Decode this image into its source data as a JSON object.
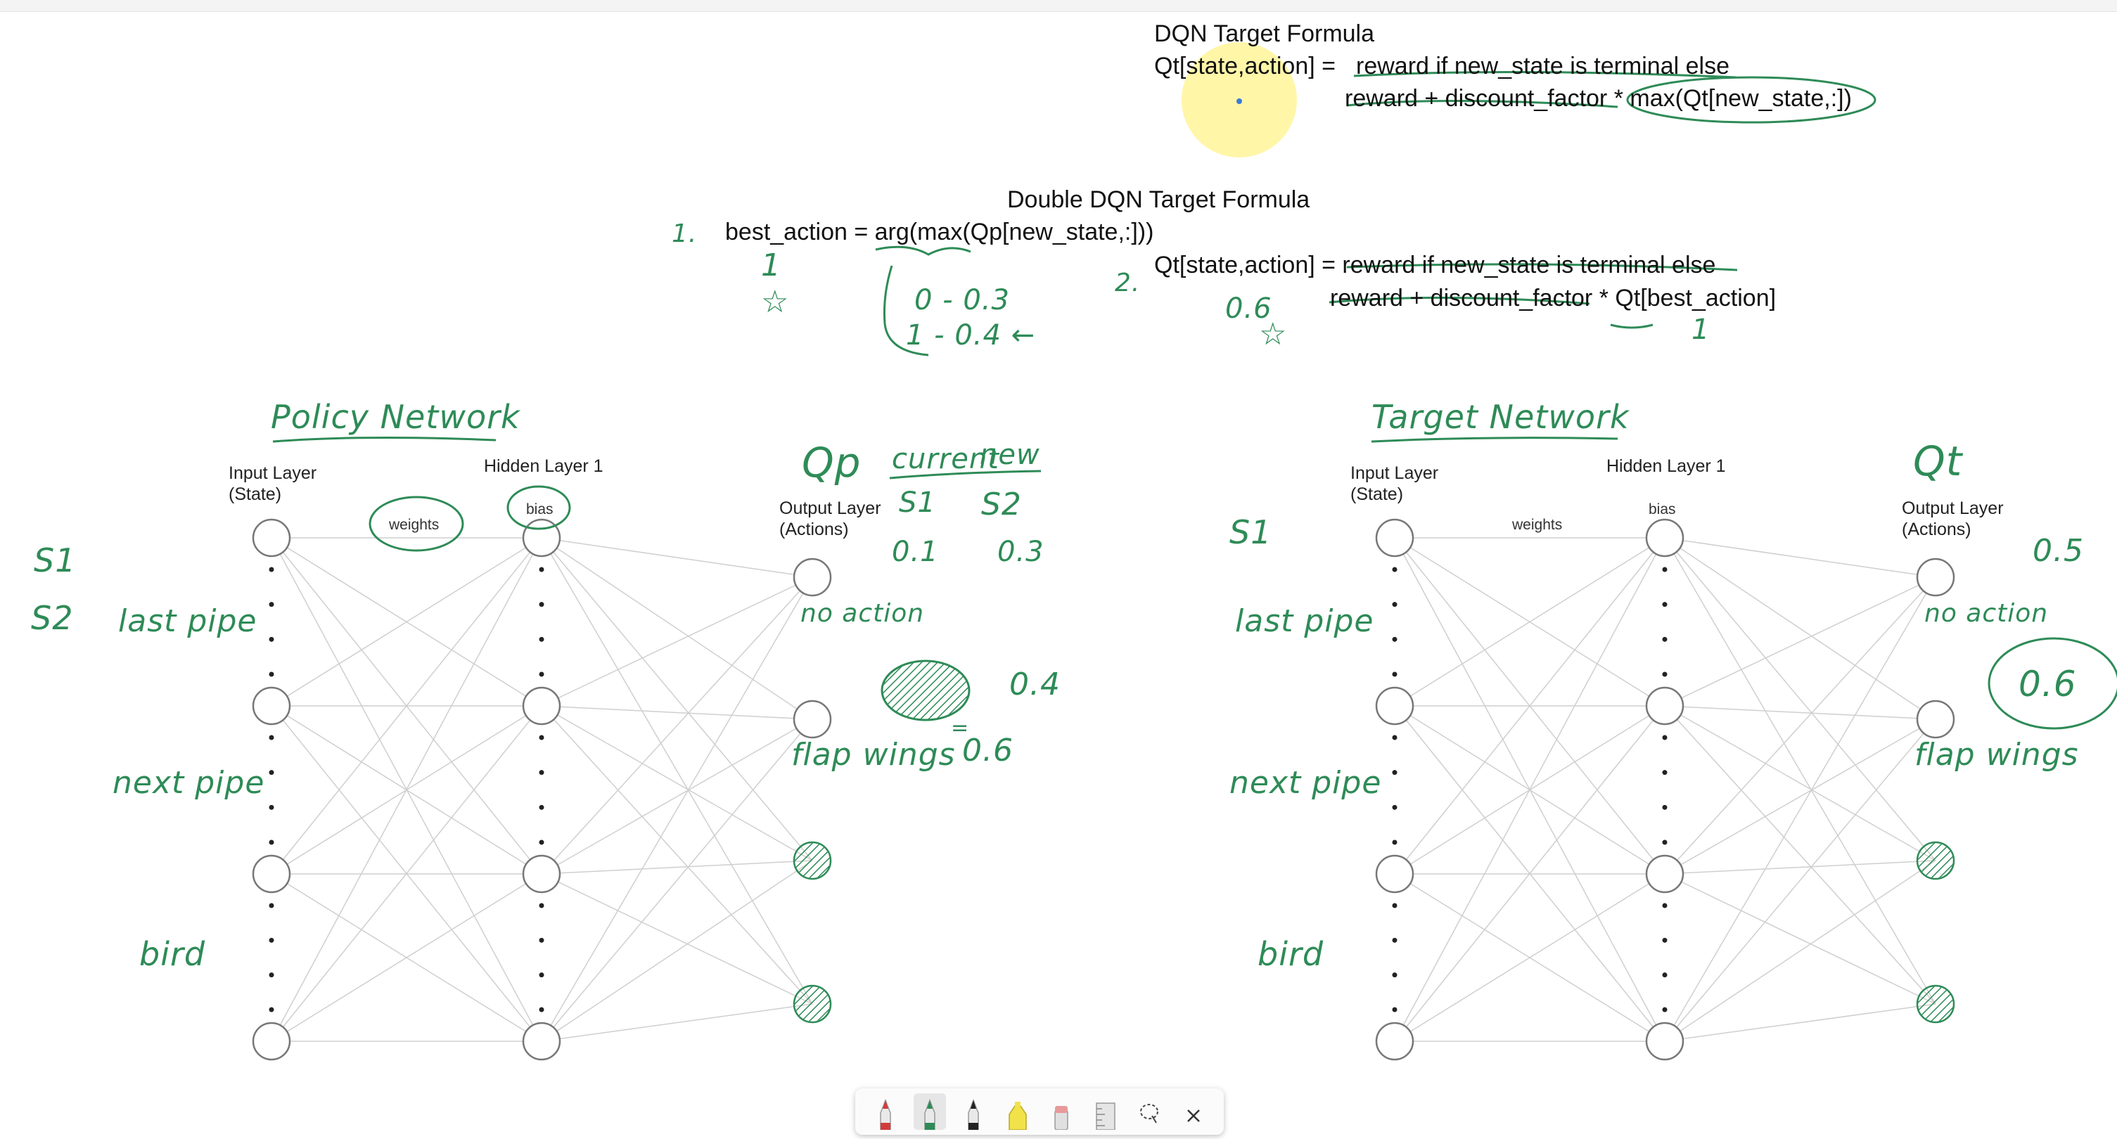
{
  "dqn": {
    "title": "DQN Target Formula",
    "line1_lhs": "Qt[state,action] =",
    "line1_rhs": "reward if new_state is terminal else",
    "line2": "reward + discount_factor * max(Qt[new_state,:])"
  },
  "ddqn": {
    "title": "Double DQN Target Formula",
    "line1": "best_action = arg(max(Qp[new_state,:]))",
    "line2": "Qt[state,action] = reward if new_state is terminal else",
    "line3": "reward + discount_factor * Qt[best_action]"
  },
  "annotations": {
    "step1": "1.",
    "step2": "2.",
    "one": "1",
    "star": "☆",
    "q0": "0 - 0.3",
    "q1": "1 - 0.4 ←",
    "val06_top": "0.6",
    "one_bottom": "1",
    "policy_title": "Policy Network",
    "target_title": "Target Network",
    "qp": "Qp",
    "current": "current",
    "new": "new",
    "s1_small": "S1",
    "s2_small": "S2",
    "v01": "0.1",
    "v03": "0.3",
    "v04": "0.4",
    "v06": "0.6",
    "eq": "=",
    "s1_left": "S1",
    "s2_left": "S2",
    "last_pipe": "last pipe",
    "next_pipe": "next pipe",
    "bird": "bird",
    "no_action": "no action",
    "flap_wings": "flap wings",
    "s1_right": "S1",
    "qt": "Qt",
    "v05": "0.5",
    "v06_right": "0.6"
  },
  "network_labels": {
    "input_layer": "Input Layer\n(State)",
    "hidden_layer": "Hidden Layer 1",
    "output_layer": "Output Layer\n(Actions)",
    "weights": "weights",
    "bias": "bias"
  },
  "toolbar": {
    "tools": [
      "red-pen-icon",
      "green-pen-icon",
      "black-pen-icon",
      "highlighter-icon",
      "eraser-icon",
      "ruler-icon",
      "lasso-icon",
      "close-icon"
    ],
    "colors": {
      "red": "#d23b3b",
      "green": "#2e8b57",
      "black": "#222222",
      "yellow": "#f2e24a",
      "eraser": "#e79a9a"
    }
  },
  "colors": {
    "ink": "#2e8b57",
    "node": "#777777",
    "edge": "#cfcfcf",
    "highlight": "#fff6a8"
  }
}
